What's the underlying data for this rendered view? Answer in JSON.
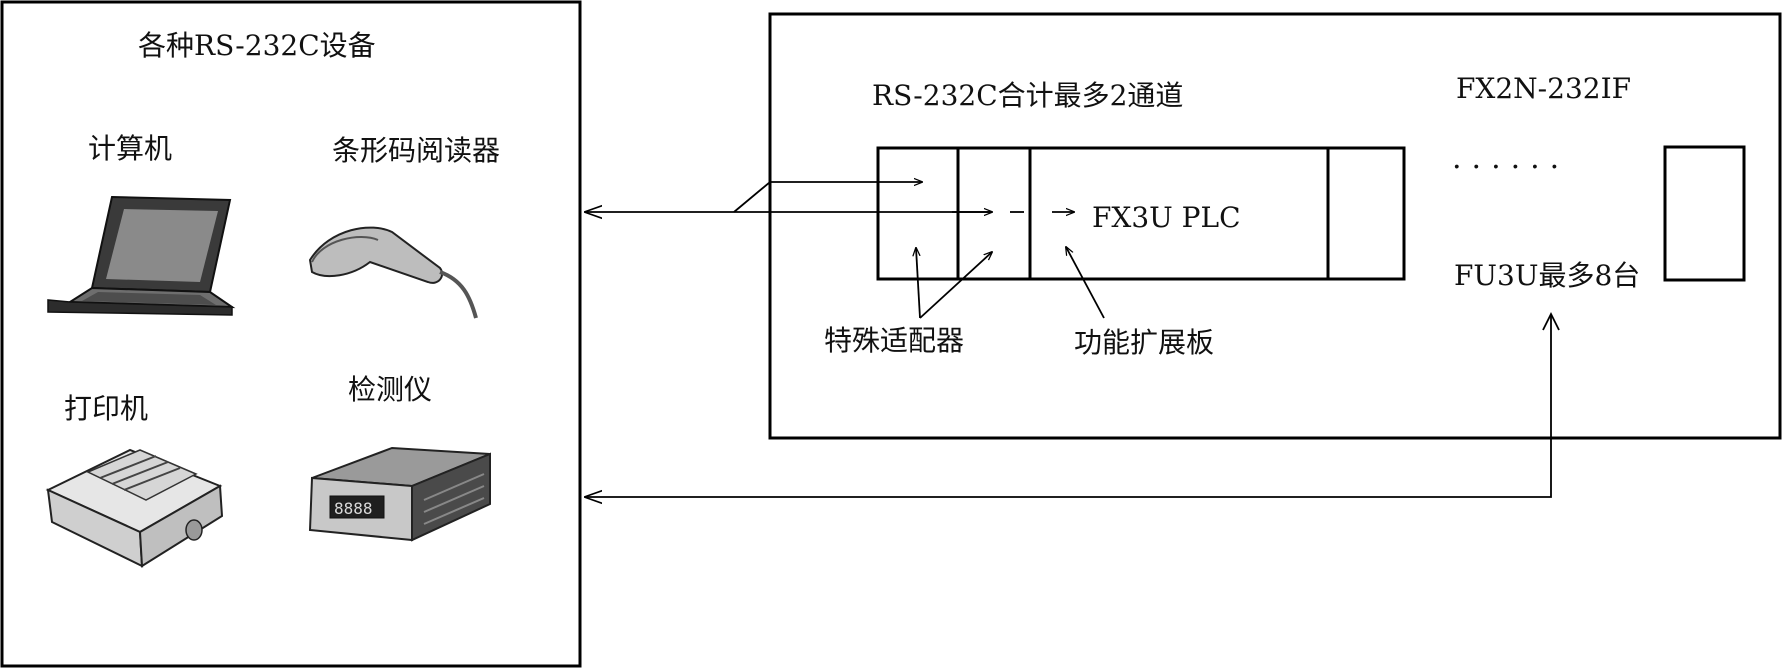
{
  "devices_panel": {
    "title": "各种RS-232C设备",
    "computer_label": "计算机",
    "barcode_reader_label": "条形码阅读器",
    "printer_label": "打印机",
    "meter_label": "检测仪",
    "meter_display": "8888"
  },
  "plc_panel": {
    "channel_note": "RS-232C合计最多2通道",
    "module_name": "FX2N-232IF",
    "plc_name": "FX3U PLC",
    "ellipsis": "......",
    "max_units_note": "FU3U最多8台",
    "adapter_label": "特殊适配器",
    "board_label": "功能扩展板"
  },
  "colors": {
    "line": "#000000",
    "background": "#ffffff"
  }
}
